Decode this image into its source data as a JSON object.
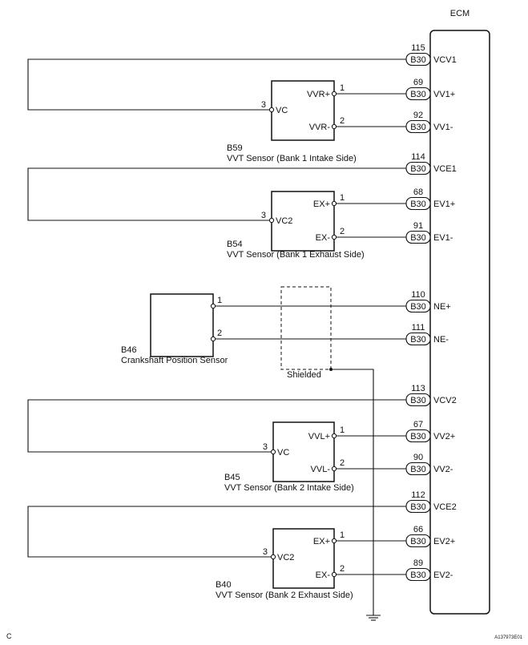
{
  "ecm": {
    "label": "ECM"
  },
  "connector_code": "B30",
  "pins": [
    {
      "num": "115",
      "sig": "VCV1"
    },
    {
      "num": "69",
      "sig": "VV1+"
    },
    {
      "num": "92",
      "sig": "VV1-"
    },
    {
      "num": "114",
      "sig": "VCE1"
    },
    {
      "num": "68",
      "sig": "EV1+"
    },
    {
      "num": "91",
      "sig": "EV1-"
    },
    {
      "num": "110",
      "sig": "NE+"
    },
    {
      "num": "111",
      "sig": "NE-"
    },
    {
      "num": "113",
      "sig": "VCV2"
    },
    {
      "num": "67",
      "sig": "VV2+"
    },
    {
      "num": "90",
      "sig": "VV2-"
    },
    {
      "num": "112",
      "sig": "VCE2"
    },
    {
      "num": "66",
      "sig": "EV2+"
    },
    {
      "num": "89",
      "sig": "EV2-"
    }
  ],
  "sensors": [
    {
      "code": "B59",
      "name": "VVT Sensor (Bank 1 Intake Side)",
      "in_pin": "3",
      "in_label": "VC",
      "pos_pin": "1",
      "pos_label": "VVR+",
      "neg_pin": "2",
      "neg_label": "VVR-"
    },
    {
      "code": "B54",
      "name": "VVT Sensor (Bank 1 Exhaust Side)",
      "in_pin": "3",
      "in_label": "VC2",
      "pos_pin": "1",
      "pos_label": "EX+",
      "neg_pin": "2",
      "neg_label": "EX-"
    },
    {
      "code": "B45",
      "name": "VVT Sensor (Bank 2 Intake Side)",
      "in_pin": "3",
      "in_label": "VC",
      "pos_pin": "1",
      "pos_label": "VVL+",
      "neg_pin": "2",
      "neg_label": "VVL-"
    },
    {
      "code": "B40",
      "name": "VVT Sensor (Bank 2 Exhaust Side)",
      "in_pin": "3",
      "in_label": "VC2",
      "pos_pin": "1",
      "pos_label": "EX+",
      "neg_pin": "2",
      "neg_label": "EX-"
    }
  ],
  "crank": {
    "code": "B46",
    "name": "Crankshaft Position Sensor",
    "pin1": "1",
    "pin2": "2"
  },
  "shield": {
    "label": "Shielded"
  },
  "corner": {
    "left": "C",
    "right": "A137973E01"
  }
}
